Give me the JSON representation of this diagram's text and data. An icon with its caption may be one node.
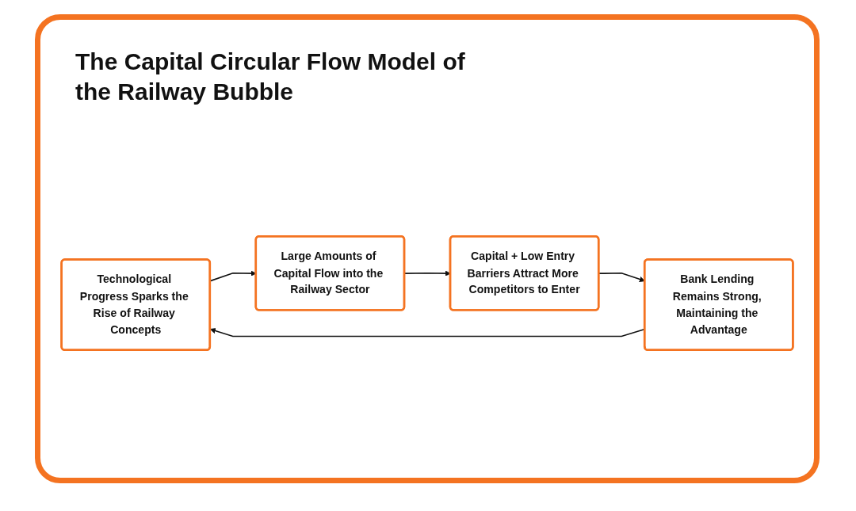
{
  "diagram": {
    "title": "The Capital Circular Flow Model of the Railway Bubble",
    "nodes": [
      {
        "text": [
          "Technological Progress Sparks the Rise of Railway Concepts"
        ]
      },
      {
        "text": [
          "Large Amounts of Capital Flow into the Railway Sector"
        ]
      },
      {
        "text": [
          "Bank Lending Remains Strong, Maintaining the Advantage"
        ]
      },
      {
        "text": [
          "Capital + Low Entry Barriers Attract More Competitors to Enter"
        ]
      }
    ],
    "edges": [
      {
        "from": 0,
        "to": 1,
        "arrow": "to"
      },
      {
        "from": 1,
        "to": 3,
        "arrow": "to"
      },
      {
        "from": 3,
        "to": 2,
        "arrow": "to"
      },
      {
        "from": 2,
        "to": 0,
        "arrow": "to"
      }
    ]
  }
}
